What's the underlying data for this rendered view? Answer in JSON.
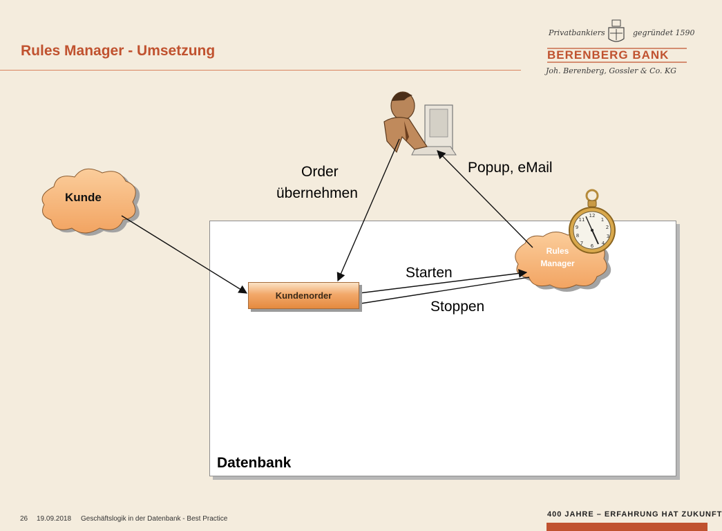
{
  "header": {
    "title": "Rules Manager - Umsetzung",
    "logo": {
      "line1_left": "Privatbankiers",
      "line1_right": "gegründet 1590",
      "name": "BERENBERG BANK",
      "subline": "Joh. Berenberg, Gossler & Co. KG"
    }
  },
  "diagram": {
    "nodes": {
      "kunde": "Kunde",
      "kundenorder": "Kundenorder",
      "rules_line1": "Rules",
      "rules_line2": "Manager",
      "datenbank": "Datenbank"
    },
    "edge_labels": {
      "order_line1": "Order",
      "order_line2": "übernehmen",
      "popup": "Popup, eMail",
      "starten": "Starten",
      "stoppen": "Stoppen"
    },
    "icons": [
      "person-at-computer-icon",
      "pocket-watch-icon"
    ]
  },
  "footer": {
    "page": "26",
    "date": "19.09.2018",
    "title": "Geschäftslogik in der Datenbank - Best Practice",
    "motto": "400 JAHRE – ERFAHRUNG HAT ZUKUNFT"
  },
  "colors": {
    "accent": "#c0522f",
    "background": "#f4ecdd",
    "cloud": "#f7b97c",
    "box_orange": "#f2a86a"
  }
}
